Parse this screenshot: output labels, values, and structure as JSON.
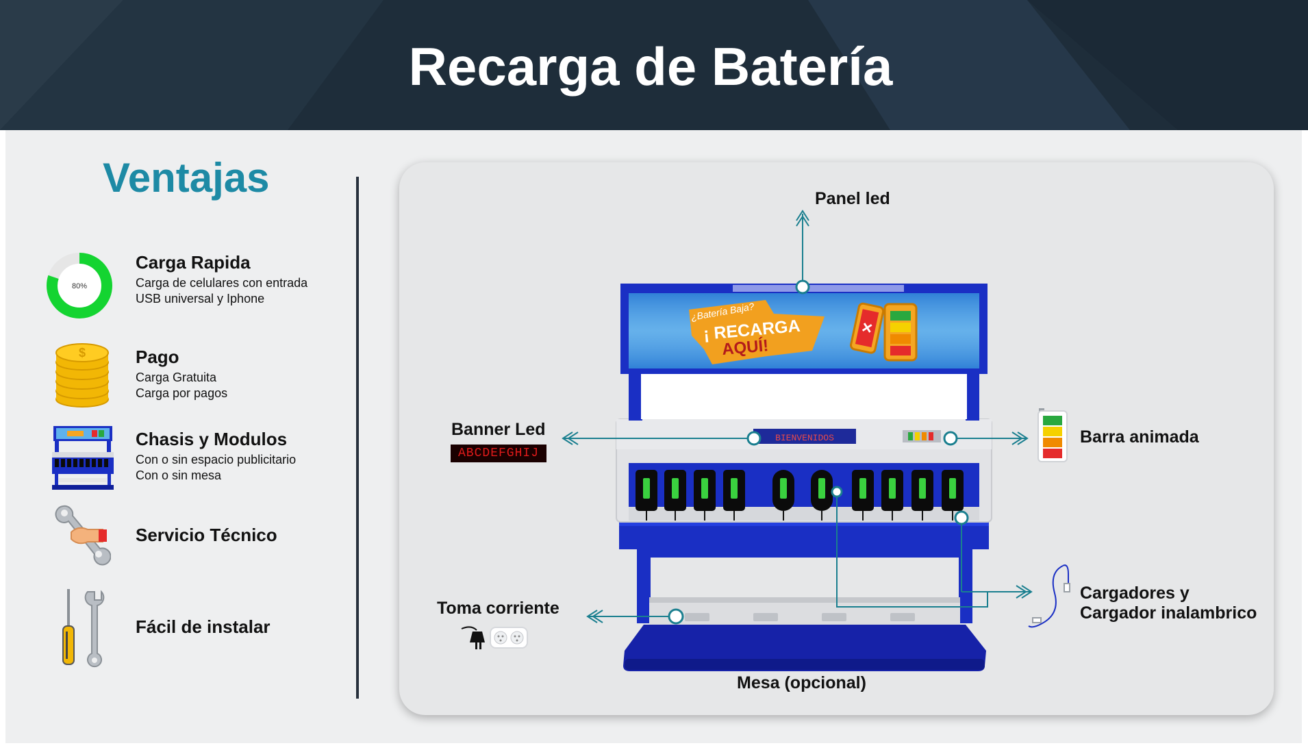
{
  "header": {
    "title": "Recarga de Batería"
  },
  "ventajas": {
    "heading": "Ventajas",
    "items": [
      {
        "title": "Carga Rapida",
        "lines": [
          "Carga de celulares con entrada",
          "USB universal y Iphone"
        ],
        "badge": "80%",
        "icon": "progress-ring-icon"
      },
      {
        "title": "Pago",
        "lines": [
          "Carga Gratuita",
          "Carga por pagos"
        ],
        "icon": "coin-stack-icon"
      },
      {
        "title": "Chasis y Modulos",
        "lines": [
          "Con o sin espacio publicitario",
          "Con o sin mesa"
        ],
        "icon": "kiosk-thumbnail-icon"
      },
      {
        "title": "Servicio Técnico",
        "lines": [],
        "icon": "wrench-hand-icon"
      },
      {
        "title": "Fácil de instalar",
        "lines": [],
        "icon": "screwdriver-wrench-icon"
      }
    ]
  },
  "diagram": {
    "labels": {
      "panel_led": "Panel led",
      "banner_led": "Banner Led",
      "banner_led_sample": "ABCDEFGHIJ",
      "barra_animada": "Barra animada",
      "cargadores_line1": "Cargadores y",
      "cargadores_line2": "Cargador inalambrico",
      "toma_corriente": "Toma corriente",
      "mesa": "Mesa (opcional)"
    },
    "kiosk": {
      "ad_small": "¿Batería Baja?",
      "ad_big_1": "¡ RECARGA",
      "ad_big_2": "AQUÍ!",
      "ticker": "BIENVENIDOS"
    }
  },
  "colors": {
    "header_bg": "#1e2d3a",
    "accent_teal": "#1d8aa5",
    "kiosk_blue": "#1a2fc4",
    "connector": "#1a7f8f"
  }
}
